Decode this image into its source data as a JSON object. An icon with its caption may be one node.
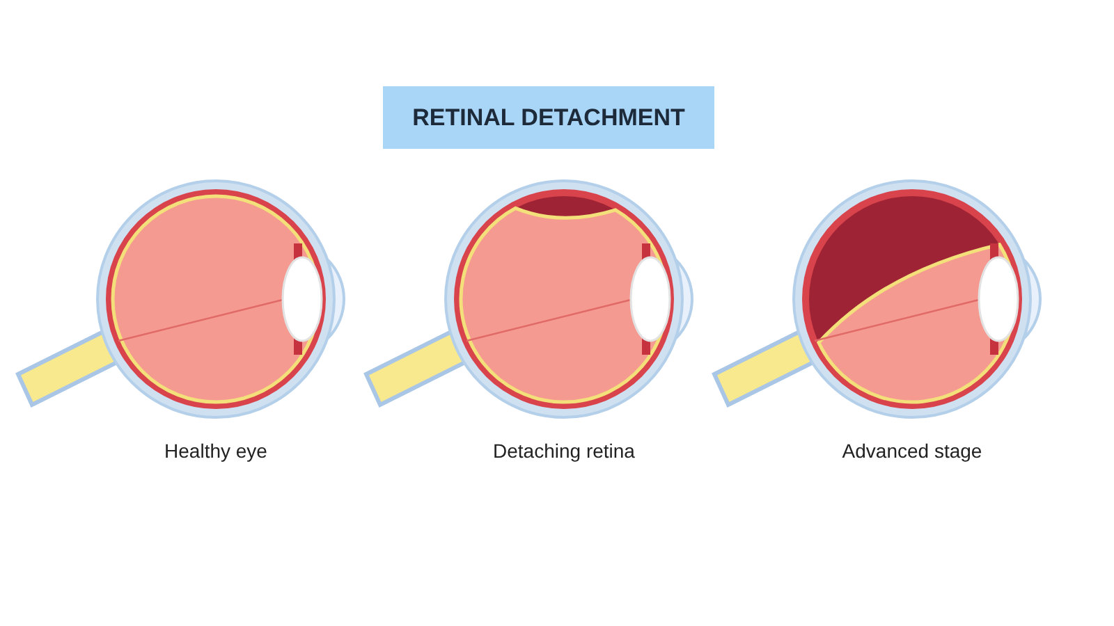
{
  "diagram": {
    "title": "RETINAL DETACHMENT",
    "labels": [
      "Healthy eye",
      "Detaching retina",
      "Advanced stage"
    ]
  }
}
